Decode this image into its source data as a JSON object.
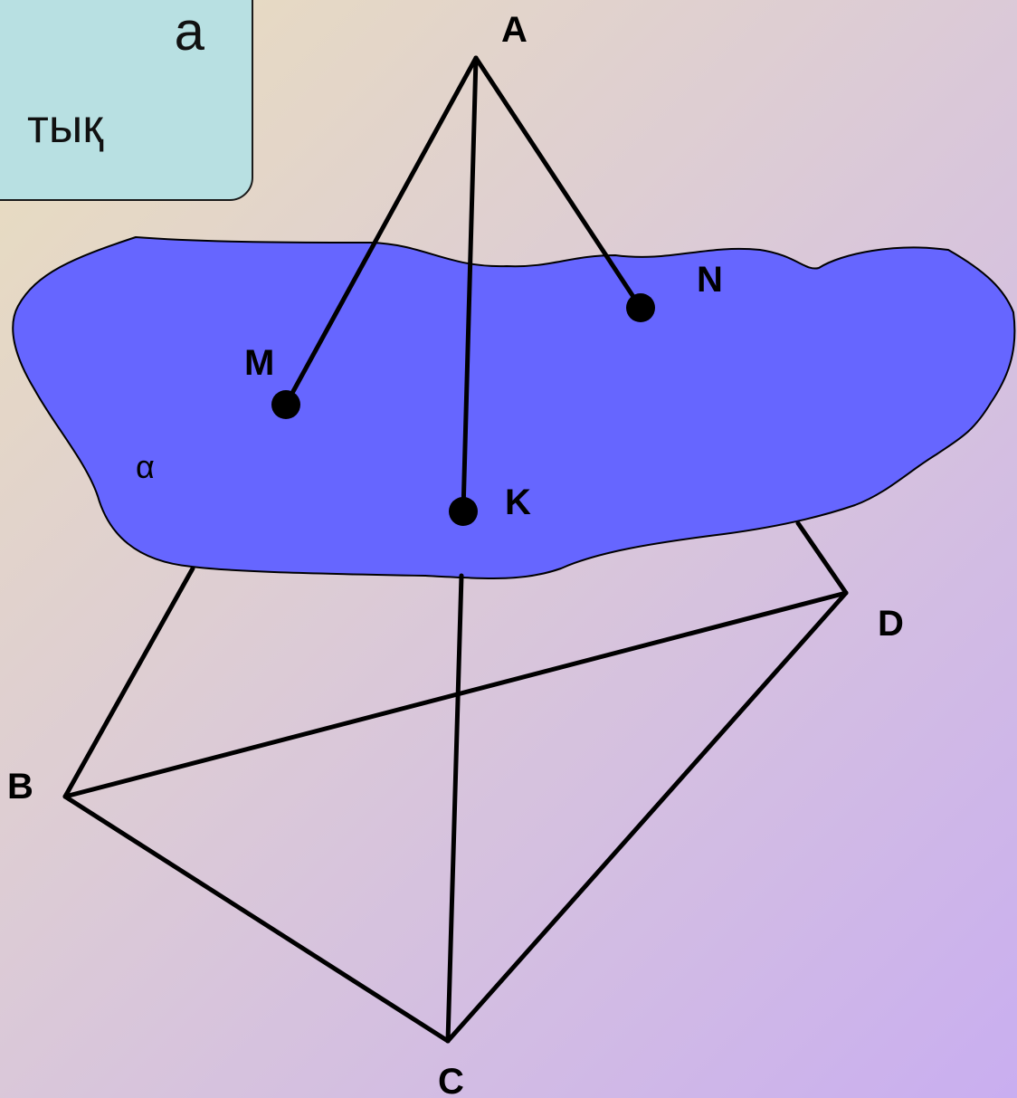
{
  "callout": {
    "line1": "а",
    "line2": "тық"
  },
  "plane": {
    "name": "α",
    "color": "#6666ff"
  },
  "points": {
    "A": "A",
    "M": "M",
    "N": "N",
    "K": "K",
    "B": "B",
    "C": "C",
    "D": "D"
  },
  "colors": {
    "background_start": "#eadfbd",
    "background_end": "#c9aef0",
    "callout_fill": "#b8e0e2",
    "line": "#000000"
  }
}
